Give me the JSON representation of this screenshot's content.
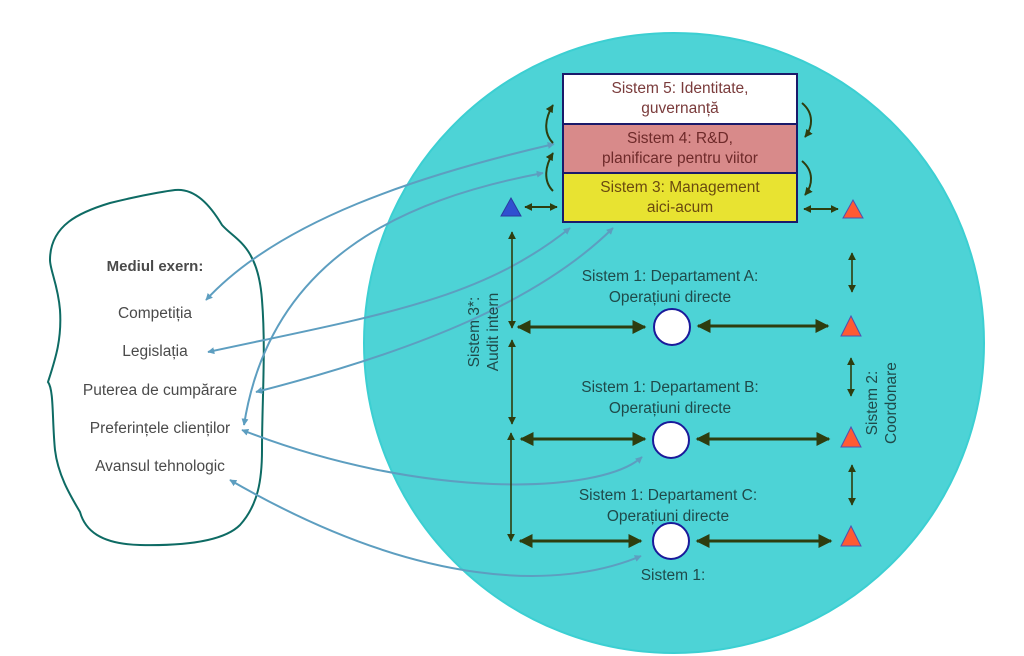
{
  "environment": {
    "title": "Mediul exern:",
    "items": [
      "Competiția",
      "Legislația",
      "Puterea de cumpărare",
      "Preferințele clienților",
      "Avansul tehnologic"
    ]
  },
  "systems": {
    "s5": {
      "line1": "Sistem 5: Identitate,",
      "line2": "guvernanță"
    },
    "s4": {
      "line1": "Sistem 4: R&D,",
      "line2": "planificare pentru viitor"
    },
    "s3": {
      "line1": "Sistem 3: Management",
      "line2": "aici-acum"
    },
    "audit": {
      "line1": "Sistem 3*:",
      "line2": "Audit intern"
    },
    "coord": {
      "line1": "Sistem 2:",
      "line2": "Coordonare"
    },
    "departments": [
      {
        "line1": "Sistem 1: Departament A:",
        "line2": "Operațiuni directe"
      },
      {
        "line1": "Sistem 1: Departament B:",
        "line2": "Operațiuni directe"
      },
      {
        "line1": "Sistem 1: Departament C:",
        "line2": "Operațiuni directe"
      }
    ],
    "s1_label": "Sistem 1:"
  },
  "colors": {
    "organization_fill": "#4dd3d6",
    "environment_outline": "#0e6b64",
    "link_arrow": "#5d9ec0",
    "control_arrow": "#2e3d0f",
    "coordination_triangle": "#ff5a33",
    "audit_triangle": "#3050d0",
    "operation_node": "#ffffff"
  }
}
